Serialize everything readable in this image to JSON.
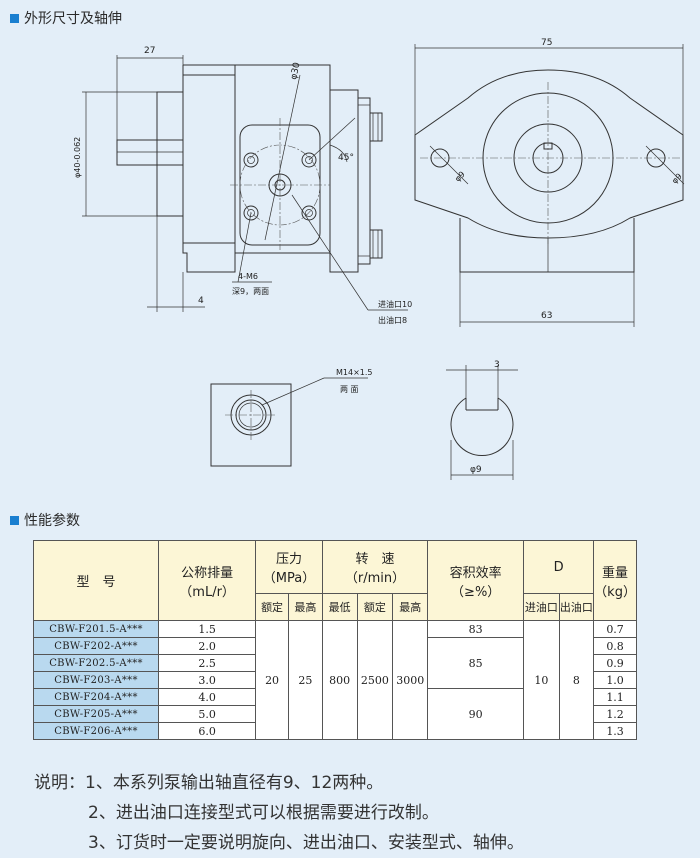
{
  "section1_title": "外形尺寸及轴伸",
  "section2_title": "性能参数",
  "drawing": {
    "dim_27": "27",
    "dim_phi40": "φ40-0.062",
    "dim_phi30": "φ30",
    "dim_45": "45°",
    "dim_4": "4",
    "label_4m6": "4-M6",
    "label_depth": "深9，两面",
    "label_inlet": "进油口10",
    "label_outlet": "出油口8",
    "dim_75": "75",
    "dim_63": "63",
    "dim_phi9_left": "φ9",
    "dim_phi9_right": "φ9",
    "label_m14": "M14×1.5",
    "label_both_sides": "两 面",
    "dim_3": "3",
    "dim_phi9_shaft": "φ9"
  },
  "table": {
    "h_model": "型　号",
    "h_disp": "公称排量",
    "h_disp_unit": "（mL/r）",
    "h_pressure": "压力",
    "h_pressure_unit": "（MPa）",
    "h_speed": "转　速",
    "h_speed_unit": "（r/min）",
    "h_eff": "容积效率",
    "h_eff_unit": "（≥%）",
    "h_D": "D",
    "h_weight": "重量",
    "h_weight_unit": "（kg）",
    "sub_rated_p": "额定",
    "sub_max_p": "最高",
    "sub_min_s": "最低",
    "sub_rated_s": "额定",
    "sub_max_s": "最高",
    "sub_inlet": "进油口",
    "sub_outlet": "出油口",
    "rows": [
      {
        "model": "CBW-F201.5-A***",
        "disp": "1.5",
        "weight": "0.7"
      },
      {
        "model": "CBW-F202-A***",
        "disp": "2.0",
        "weight": "0.8"
      },
      {
        "model": "CBW-F202.5-A***",
        "disp": "2.5",
        "weight": "0.9"
      },
      {
        "model": "CBW-F203-A***",
        "disp": "3.0",
        "weight": "1.0"
      },
      {
        "model": "CBW-F204-A***",
        "disp": "4.0",
        "weight": "1.1"
      },
      {
        "model": "CBW-F205-A***",
        "disp": "5.0",
        "weight": "1.2"
      },
      {
        "model": "CBW-F206-A***",
        "disp": "6.0",
        "weight": "1.3"
      }
    ],
    "rated_pressure": "20",
    "max_pressure": "25",
    "min_speed": "800",
    "rated_speed": "2500",
    "max_speed": "3000",
    "eff_1": "83",
    "eff_2": "85",
    "eff_3": "90",
    "D_inlet": "10",
    "D_outlet": "8"
  },
  "notes": [
    "说明：1、本系列泵输出轴直径有9、12两种。",
    "2、进出油口连接型式可以根据需要进行改制。",
    "3、订货时一定要说明旋向、进出油口、安装型式、轴伸。"
  ]
}
